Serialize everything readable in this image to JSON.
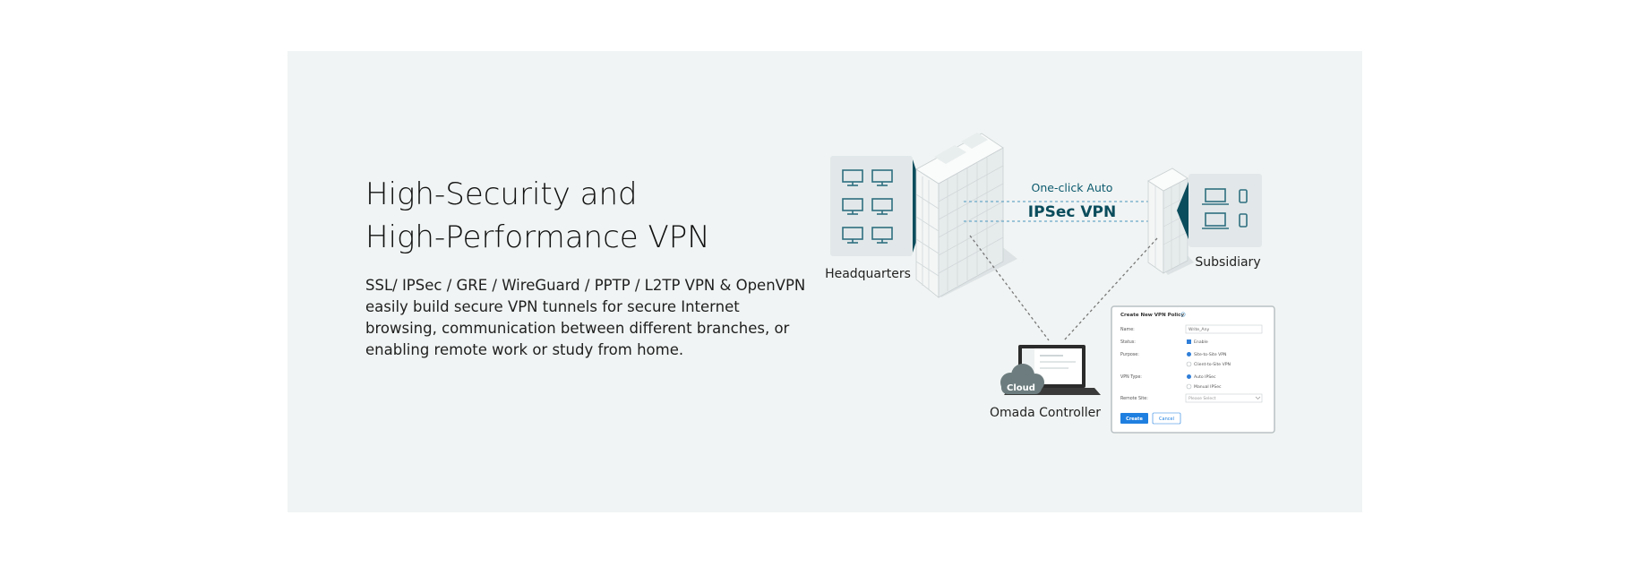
{
  "feature": {
    "title_line1": "High-Security and",
    "title_line2": "High-Performance VPN",
    "desc_line1": "SSL/ IPSec / GRE / WireGuard / PPTP / L2TP VPN & OpenVPN",
    "desc_line2": "easily build secure VPN tunnels for secure Internet",
    "desc_line3": "browsing, communication between different branches, or",
    "desc_line4": "enabling remote work or study from home."
  },
  "diagram": {
    "headquarters_label": "Headquarters",
    "subsidiary_label": "Subsidiary",
    "vpn_caption": "One-click Auto",
    "vpn_type": "IPSec VPN",
    "cloud_label": "Cloud",
    "controller_label": "Omada Controller",
    "accent_color": "#0b4d5c",
    "link_color": "#6aa9c8"
  },
  "vpn_form": {
    "title": "Create New VPN Policy",
    "name_label": "Name:",
    "name_value": "Write_Any",
    "status_label": "Status:",
    "status_option": "Enable",
    "purpose_label": "Purpose:",
    "purpose_option1": "Site-to-Site VPN",
    "purpose_option2": "Client-to-Site VPN",
    "vpn_type_label": "VPN Type:",
    "vpn_type_option1": "Auto IPSec",
    "vpn_type_option2": "Manual IPSec",
    "remote_site_label": "Remote Site:",
    "remote_site_placeholder": "Please Select",
    "create_button": "Create",
    "cancel_button": "Cancel"
  }
}
